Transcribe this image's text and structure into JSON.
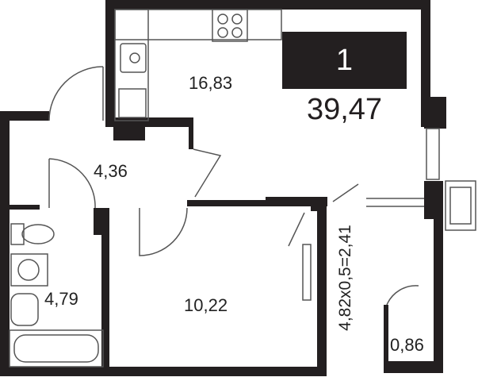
{
  "badge": {
    "rooms": "1",
    "total_area": "39,47"
  },
  "rooms": {
    "kitchen": "16,83",
    "hall": "4,36",
    "bathroom": "4,79",
    "bedroom": "10,22",
    "storage": "0,86",
    "balcony": "4,82x0,5=2,41"
  },
  "colors": {
    "wall": "#231f20",
    "line": "#555555"
  }
}
